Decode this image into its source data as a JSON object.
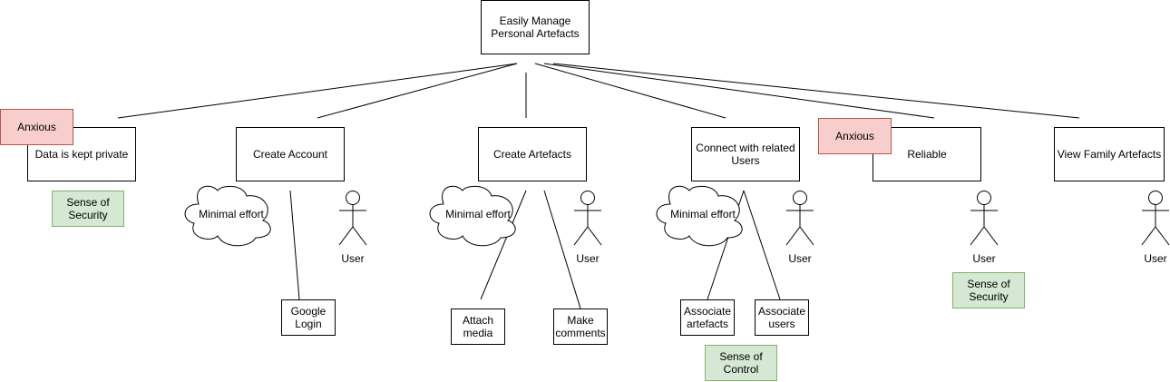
{
  "root": {
    "text": "Easily Manage\nPersonal Artefacts"
  },
  "goals": [
    {
      "id": "private",
      "text": "Data is kept private"
    },
    {
      "id": "account",
      "text": "Create Account"
    },
    {
      "id": "artefacts",
      "text": "Create Artefacts"
    },
    {
      "id": "connect",
      "text": "Connect with related\nUsers"
    },
    {
      "id": "reliable",
      "text": "Reliable"
    },
    {
      "id": "view",
      "text": "View Family Artefacts"
    }
  ],
  "subgoals": [
    {
      "id": "google",
      "text": "Google\nLogin"
    },
    {
      "id": "attach",
      "text": "Attach\nmedia"
    },
    {
      "id": "comments",
      "text": "Make\ncomments"
    },
    {
      "id": "assoc-artefacts",
      "text": "Associate\nartefacts"
    },
    {
      "id": "assoc-users",
      "text": "Associate\nusers"
    }
  ],
  "emotions": [
    {
      "id": "anxious-1",
      "text": "Anxious",
      "color": "#f8cecc"
    },
    {
      "id": "anxious-2",
      "text": "Anxious",
      "color": "#f8cecc"
    },
    {
      "id": "security-1",
      "text": "Sense of\nSecurity",
      "color": "#d5e8d4"
    },
    {
      "id": "security-2",
      "text": "Sense of\nSecurity",
      "color": "#d5e8d4"
    },
    {
      "id": "control",
      "text": "Sense of\nControl",
      "color": "#d5e8d4"
    }
  ],
  "clouds": [
    {
      "id": "cloud-1",
      "text": "Minimal effort"
    },
    {
      "id": "cloud-2",
      "text": "Minimal effort"
    },
    {
      "id": "cloud-3",
      "text": "Minimal effort"
    }
  ],
  "actors": [
    {
      "id": "actor-1",
      "label": "User"
    },
    {
      "id": "actor-2",
      "label": "User"
    },
    {
      "id": "actor-3",
      "label": "User"
    },
    {
      "id": "actor-4",
      "label": "User"
    },
    {
      "id": "actor-5",
      "label": "User"
    }
  ]
}
